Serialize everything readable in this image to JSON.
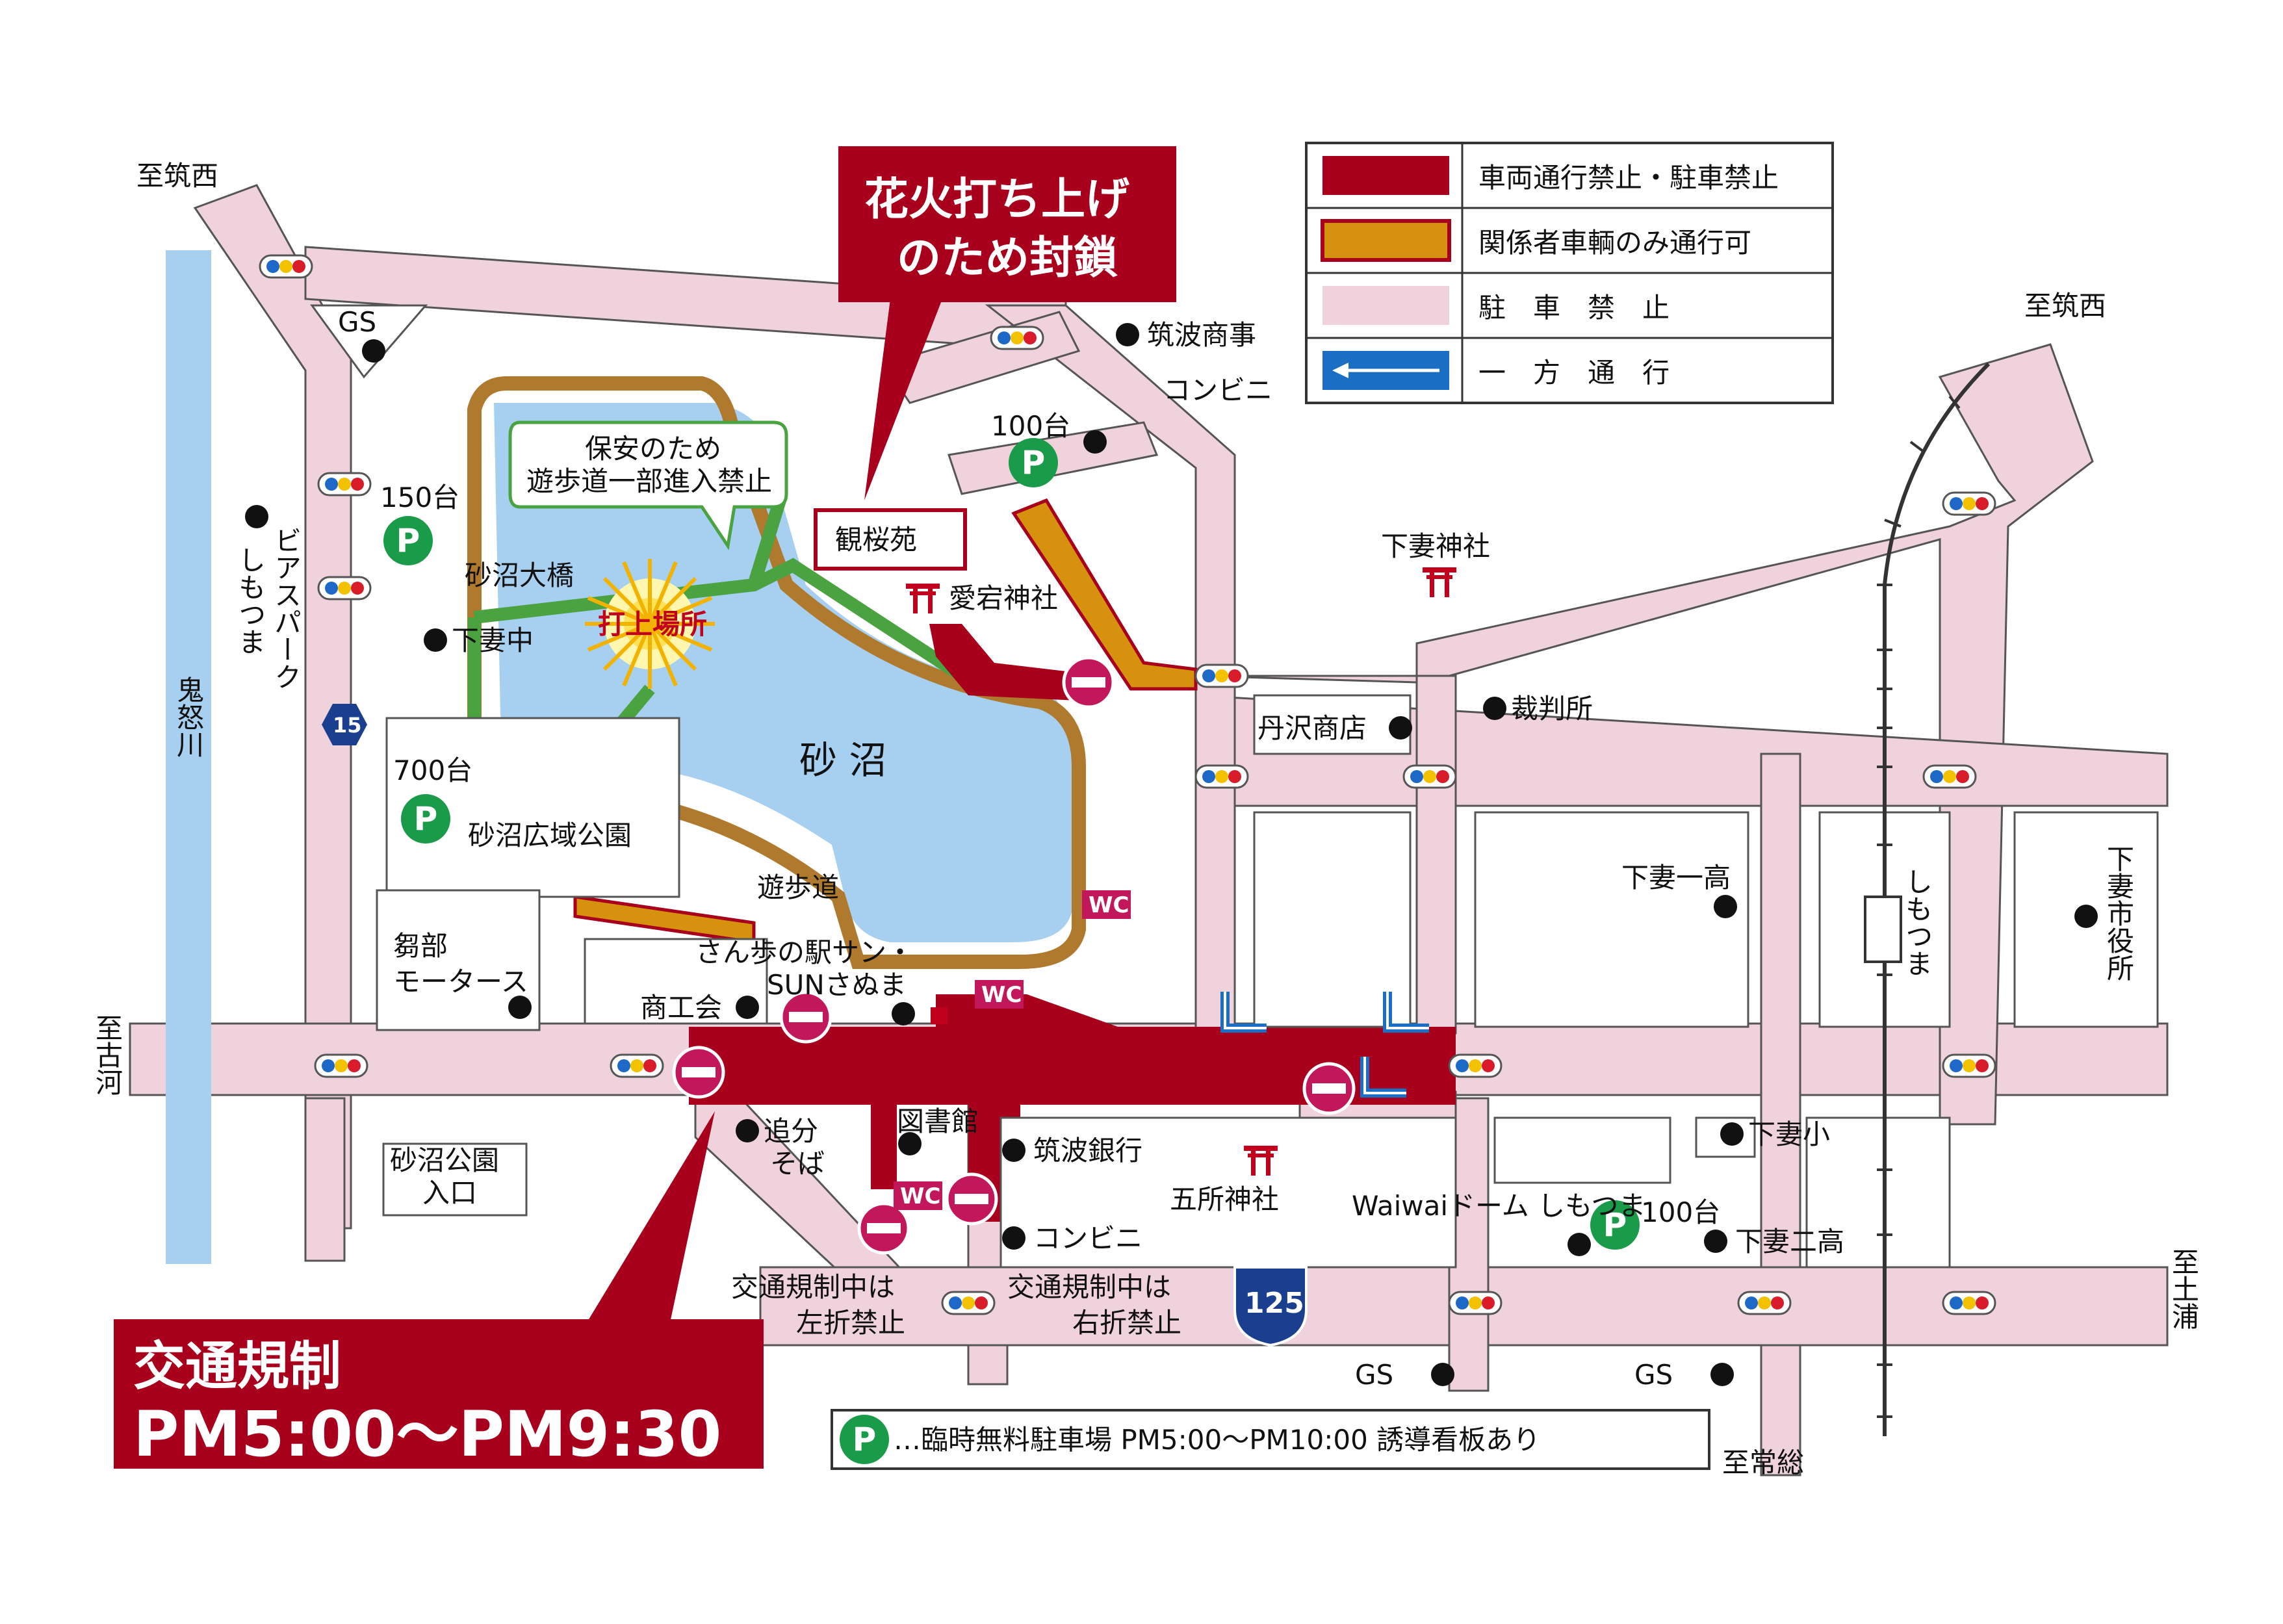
{
  "legend": {
    "items": [
      {
        "label": "車両通行禁止・駐車禁止",
        "color": "#a8001c"
      },
      {
        "label": "関係者車輌のみ通行可",
        "color": "#d6920e"
      },
      {
        "label": "駐　車　禁　止",
        "color": "#efd2dc"
      },
      {
        "label": "一　方　通　行",
        "color": "#1a6fc4"
      }
    ]
  },
  "callouts": {
    "fireworks_closure": "花火打ち上げのため封鎖",
    "fireworks_closure_line1": "花火打ち上げ",
    "fireworks_closure_line2": "のため封鎖",
    "traffic_control_title": "交通規制",
    "traffic_control_time": "PM5:00〜PM9:30",
    "security_note_line1": "保安のため",
    "security_note_line2": "遊歩道一部進入禁止"
  },
  "footer_note": "…臨時無料駐車場  PM5:00〜PM10:00  誘導看板あり",
  "parking": [
    {
      "capacity": "150台",
      "name": ""
    },
    {
      "capacity": "700台",
      "name": "砂沼広域公園"
    },
    {
      "capacity": "100台",
      "name": ""
    },
    {
      "capacity": "100台",
      "name": "Waiwaiドーム しもつま"
    }
  ],
  "directions": {
    "chikusei_w": "至筑西",
    "chikusei_e": "至筑西",
    "koga": "至古河",
    "tsuchiura": "至土浦",
    "joso": "至常総"
  },
  "water": {
    "river": "鬼怒川",
    "lake": "砂 沼",
    "promenade": "遊歩道",
    "launch_site": "打上場所",
    "bridge": "砂沼大橋",
    "kanoen": "観桜苑"
  },
  "places": {
    "gs1": "GS",
    "gs2": "GS",
    "gs3": "GS",
    "tsukuba_shoji": "筑波商事",
    "konbini1": "コンビニ",
    "konbini2": "コンビニ",
    "atago": "愛宕神社",
    "shimotsuma_jinja": "下妻神社",
    "beer_line1": "ビアスパーク",
    "beer_line2": "しもつま",
    "shimotsuma_chu": "下妻中",
    "tanzawa": "丹沢商店",
    "saibansho": "裁判所",
    "ichiko": "下妻一高",
    "shiyakusho": "下妻市役所",
    "station": "しもつま",
    "kaabe_line1": "芻部",
    "kaabe_line2": "モータース",
    "sannpo_line1": "さん歩の駅サン・",
    "sannpo_line2": "SUNさぬま",
    "shokokai": "商工会",
    "oiwake_line1": "追分",
    "oiwake_line2": "そば",
    "toshokan": "図書館",
    "tsukuba_bank": "筑波銀行",
    "gosho": "五所神社",
    "shimotsuma_sho": "下妻小",
    "niko": "下妻二高",
    "koen_iriguchi_line1": "砂沼公園",
    "koen_iriguchi_line2": "入口",
    "wc": "WC",
    "no_left_line1": "交通規制中は",
    "no_left_line2": "左折禁止",
    "no_right_line1": "交通規制中は",
    "no_right_line2": "右折禁止"
  },
  "routes": {
    "r15": "15",
    "r125": "125"
  },
  "icons": [
    "parking-icon",
    "traffic-signal-icon",
    "no-entry-icon",
    "shrine-gate-icon",
    "one-way-arrow-icon",
    "fireworks-icon",
    "wc-icon",
    "route-shield-icon",
    "railway-icon"
  ]
}
